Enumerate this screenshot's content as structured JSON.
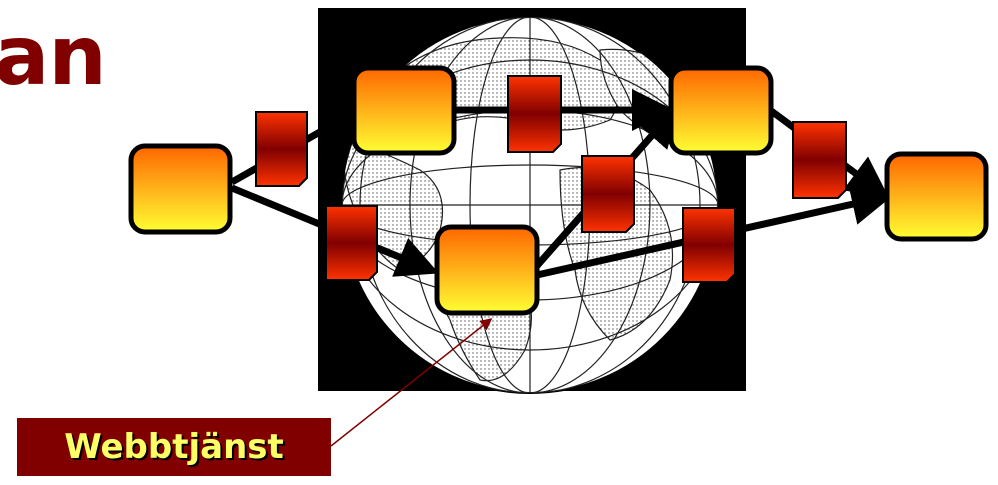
{
  "slide": {
    "title_fragment": "an",
    "callout_label": "Webbtjänst"
  },
  "diagram": {
    "globe_background": "#000000",
    "node_gradient_top": "#ff6600",
    "node_gradient_bottom": "#ffff33",
    "document_gradient_edge": "#ff3300",
    "document_gradient_mid": "#800000",
    "arrow_color": "#000000",
    "callout_line_color": "#800000",
    "label_bg": "#800000",
    "label_text_color": "#ffff66",
    "icons": [
      "globe-icon",
      "service-node",
      "message-document-icon"
    ]
  }
}
